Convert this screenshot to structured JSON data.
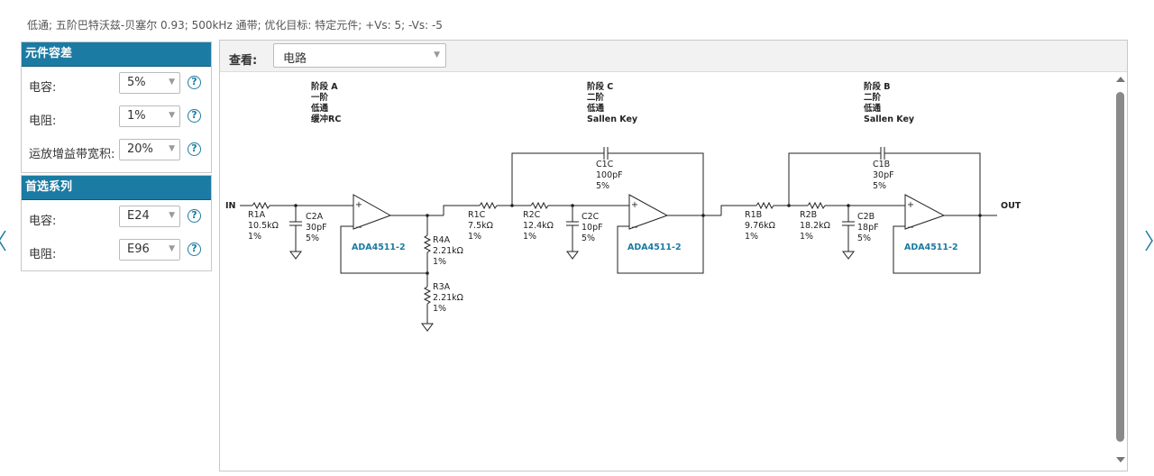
{
  "summary": "低通; 五阶巴特沃兹-贝塞尔 0.93; 500kHz 通带; 优化目标: 特定元件; +Vs: 5; -Vs: -5",
  "tolerance_panel": {
    "title": "元件容差",
    "rows": [
      {
        "label": "电容:",
        "value": "5%"
      },
      {
        "label": "电阻:",
        "value": "1%"
      },
      {
        "label": "运放增益带宽积:",
        "value": "20%"
      }
    ]
  },
  "series_panel": {
    "title": "首选系列",
    "rows": [
      {
        "label": "电容:",
        "value": "E24"
      },
      {
        "label": "电阻:",
        "value": "E96"
      }
    ]
  },
  "viewer": {
    "label": "查看:",
    "value": "电路"
  },
  "icons": {
    "help": "?",
    "dropdown": "▼"
  },
  "colors": {
    "accent": "#1b7ba3",
    "opamp_label": "#1b7ba3"
  },
  "schematic": {
    "in_label": "IN",
    "out_label": "OUT",
    "stages": [
      {
        "lines": [
          "阶段 A",
          "一阶",
          "低通",
          "缓冲RC"
        ]
      },
      {
        "lines": [
          "阶段 C",
          "二阶",
          "低通",
          "Sallen Key"
        ]
      },
      {
        "lines": [
          "阶段 B",
          "二阶",
          "低通",
          "Sallen Key"
        ]
      }
    ],
    "components": {
      "R1A": [
        "R1A",
        "10.5kΩ",
        "1%"
      ],
      "C2A": [
        "C2A",
        "30pF",
        "5%"
      ],
      "R4A": [
        "R4A",
        "2.21kΩ",
        "1%"
      ],
      "R3A": [
        "R3A",
        "2.21kΩ",
        "1%"
      ],
      "R1C": [
        "R1C",
        "7.5kΩ",
        "1%"
      ],
      "R2C": [
        "R2C",
        "12.4kΩ",
        "1%"
      ],
      "C2C": [
        "C2C",
        "10pF",
        "5%"
      ],
      "C1C": [
        "C1C",
        "100pF",
        "5%"
      ],
      "R1B": [
        "R1B",
        "9.76kΩ",
        "1%"
      ],
      "R2B": [
        "R2B",
        "18.2kΩ",
        "1%"
      ],
      "C2B": [
        "C2B",
        "18pF",
        "5%"
      ],
      "C1B": [
        "C1B",
        "30pF",
        "5%"
      ]
    },
    "opamps": [
      "ADA4511-2",
      "ADA4511-2",
      "ADA4511-2"
    ],
    "opamp_plus": "+",
    "opamp_minus": "−"
  }
}
